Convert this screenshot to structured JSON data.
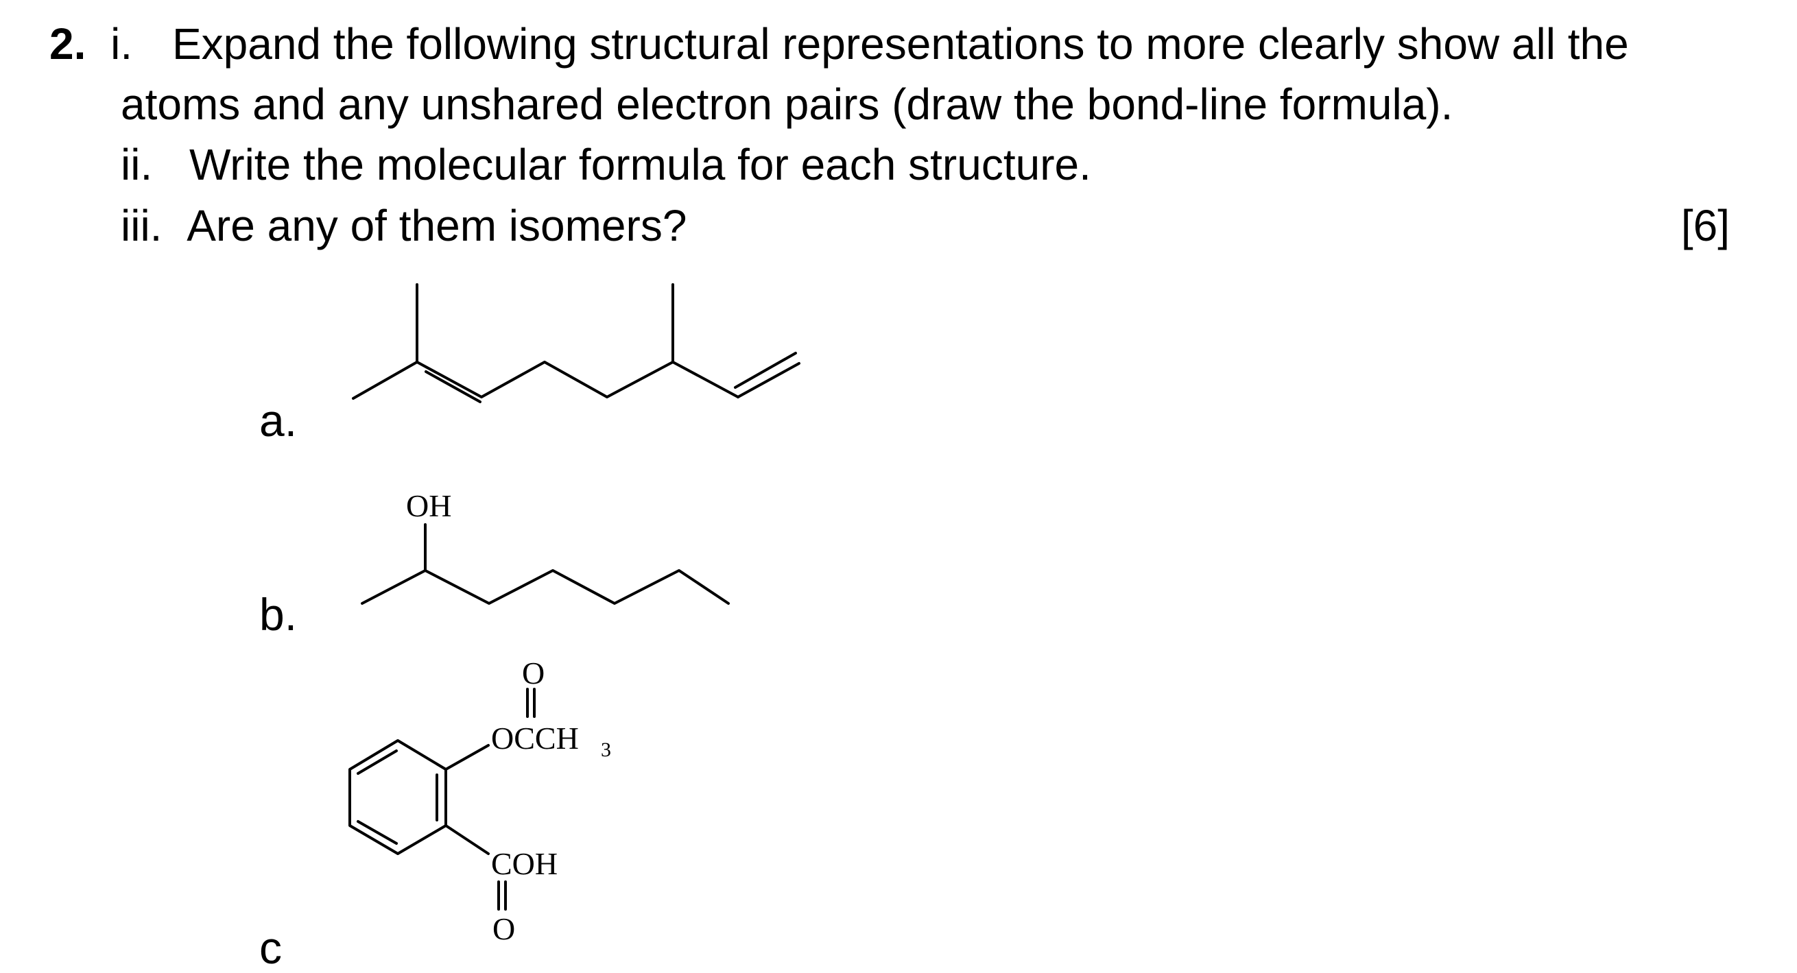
{
  "question": {
    "number": "2.",
    "part_i_marker": "i.",
    "part_i_text_line1": "Expand the following structural representations to more clearly show all the",
    "part_i_text_line2": "atoms and any unshared electron pairs (draw the bond-line formula).",
    "part_ii_marker": "ii.",
    "part_ii_text": "Write the molecular formula for each structure.",
    "part_iii_marker": "iii.",
    "part_iii_text": "Are any of them isomers?",
    "marks": "[6]"
  },
  "structures": {
    "a": {
      "label": "a."
    },
    "b": {
      "label": "b.",
      "group": "OH"
    },
    "c": {
      "label": "c",
      "top_O": "O",
      "top_group": "OCCH",
      "top_group_sub": "3",
      "bottom_group": "COH",
      "bottom_O": "O"
    }
  }
}
